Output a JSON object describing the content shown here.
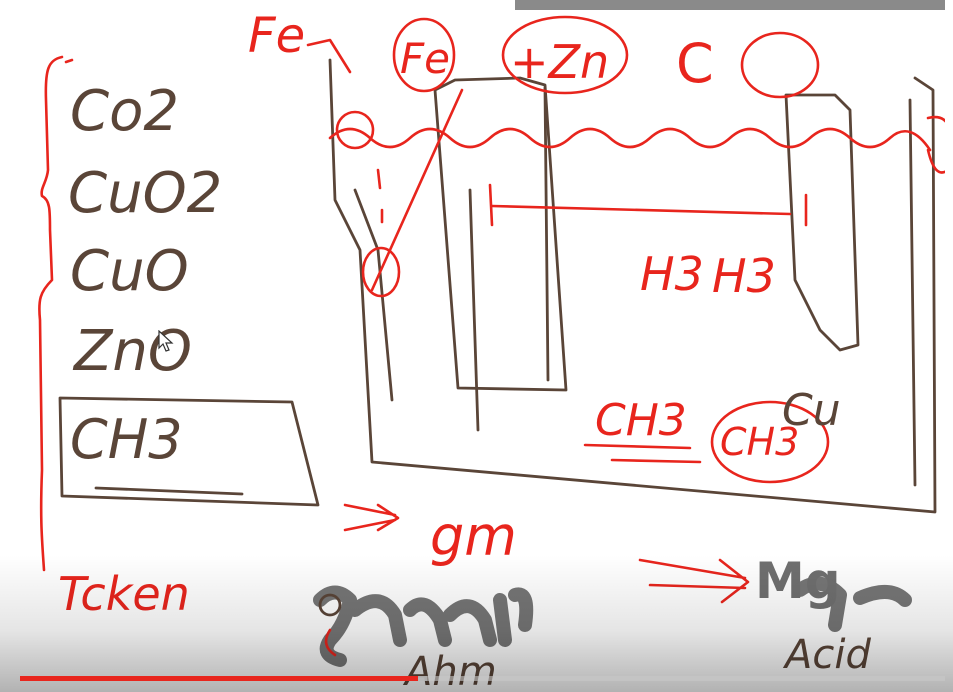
{
  "player": {
    "progress_fraction": 0.43,
    "buffered_fraction": 0.44
  },
  "board": {
    "left_column": [
      "Co2",
      "CuO2",
      "CuO",
      "ZnO",
      "CH3"
    ],
    "top_labels": {
      "fe_label": "Fe",
      "fe_circled": "Fe",
      "zn": "+Zn",
      "c_letter": "C"
    },
    "middle_labels": {
      "h3": "H3",
      "h3_sup": "H3"
    },
    "lower_labels": {
      "ch3_a": "CH3",
      "ch3_b": "CH3",
      "cu": "Cu"
    },
    "bottom_notes": {
      "gm": "gm",
      "mg": "Mg",
      "teken": "Tcken",
      "ahm": "Ahm",
      "acid": "Acid"
    }
  },
  "colors": {
    "red_ink": "#e8251d",
    "brown_ink": "#5a4538",
    "gray_ink": "#6f6f6f",
    "progress_red": "#e8251d"
  }
}
